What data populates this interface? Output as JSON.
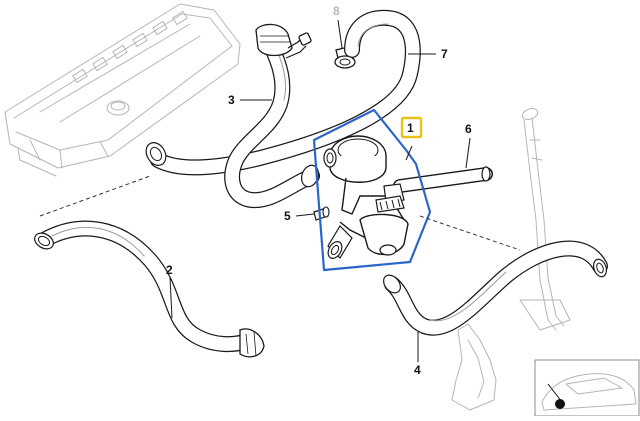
{
  "diagram": {
    "callouts": [
      {
        "id": "1",
        "label": "1",
        "highlighted": true
      },
      {
        "id": "2",
        "label": "2"
      },
      {
        "id": "3",
        "label": "3"
      },
      {
        "id": "4",
        "label": "4"
      },
      {
        "id": "5",
        "label": "5"
      },
      {
        "id": "6",
        "label": "6"
      },
      {
        "id": "7",
        "label": "7"
      },
      {
        "id": "8",
        "label": "8",
        "faded": true
      }
    ],
    "colors": {
      "selection_box": "#2a66c9",
      "callout_highlight": "#e8c21a",
      "ink": "#1a1a1a",
      "ghost": "#b5b5b5"
    }
  }
}
